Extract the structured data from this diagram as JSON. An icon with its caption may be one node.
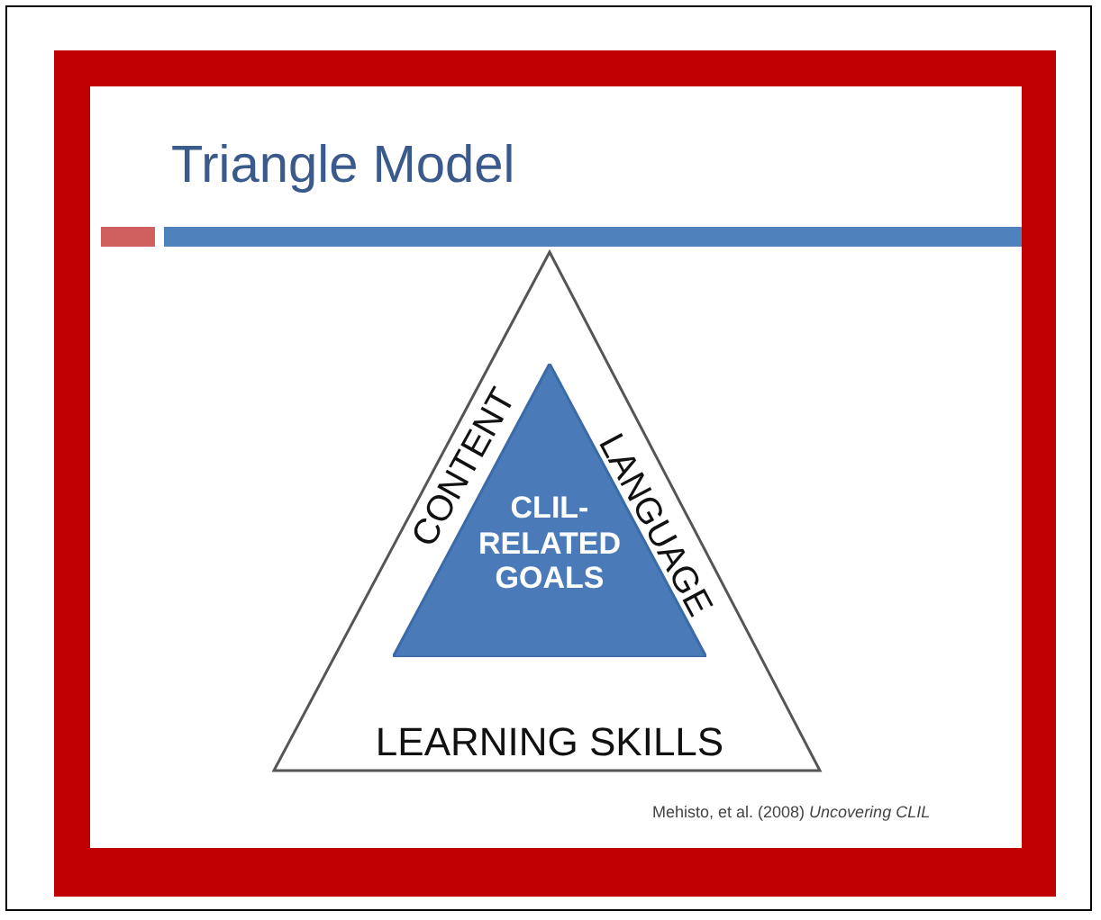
{
  "diagram": {
    "title": "Triangle Model",
    "nodes": [
      {
        "text": [
          "CONTENT",
          "LANGUAGE",
          "LEARNING SKILLS"
        ]
      },
      {
        "text": [
          "CLIL-RELATED GOALS"
        ],
        "in": 0
      }
    ],
    "labels": [
      "Mehisto, et al. (2008) *Uncovering CLIL*"
    ]
  }
}
